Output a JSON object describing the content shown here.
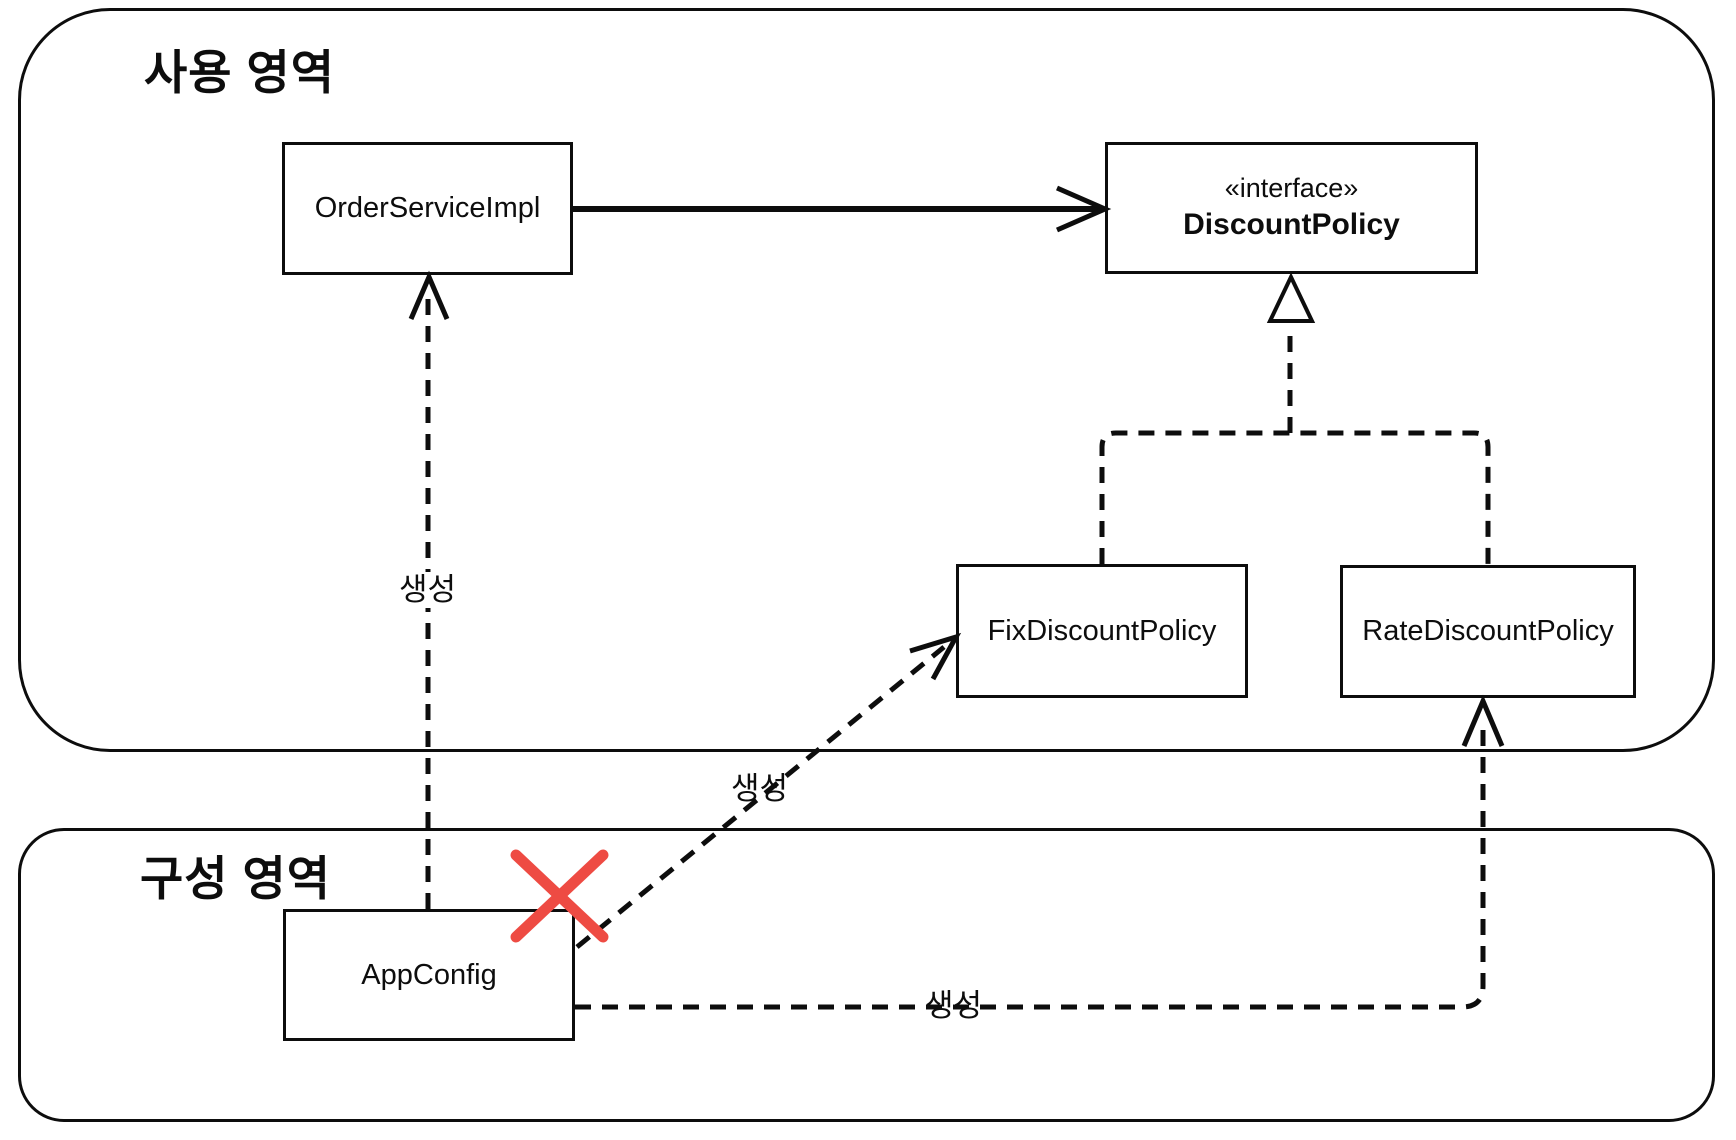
{
  "colors": {
    "line": "#0d0d0d",
    "cross": "#ee4b43",
    "background": "#ffffff"
  },
  "diagram": {
    "regions": [
      {
        "title": "사용 영역"
      },
      {
        "title": "구성 영역"
      }
    ],
    "nodes": [
      {
        "label": "OrderServiceImpl"
      },
      {
        "stereotype": "«interface»",
        "label": "DiscountPolicy"
      },
      {
        "label": "FixDiscountPolicy"
      },
      {
        "label": "RateDiscountPolicy"
      },
      {
        "label": "AppConfig"
      }
    ],
    "edges": [
      {
        "from": "OrderServiceImpl",
        "to": "DiscountPolicy",
        "type": "association-solid-arrow",
        "label": ""
      },
      {
        "from": "AppConfig",
        "to": "OrderServiceImpl",
        "type": "dashed-dependency-arrow",
        "label": "생성"
      },
      {
        "from": "AppConfig",
        "to": "FixDiscountPolicy",
        "type": "dashed-dependency-arrow-crossed-out",
        "label": "생성"
      },
      {
        "from": "AppConfig",
        "to": "RateDiscountPolicy",
        "type": "dashed-dependency-arrow",
        "label": "생성"
      },
      {
        "from": "FixDiscountPolicy",
        "to": "DiscountPolicy",
        "type": "realization-dashed-hollow-triangle",
        "label": ""
      },
      {
        "from": "RateDiscountPolicy",
        "to": "DiscountPolicy",
        "type": "realization-dashed-hollow-triangle",
        "label": ""
      }
    ]
  }
}
